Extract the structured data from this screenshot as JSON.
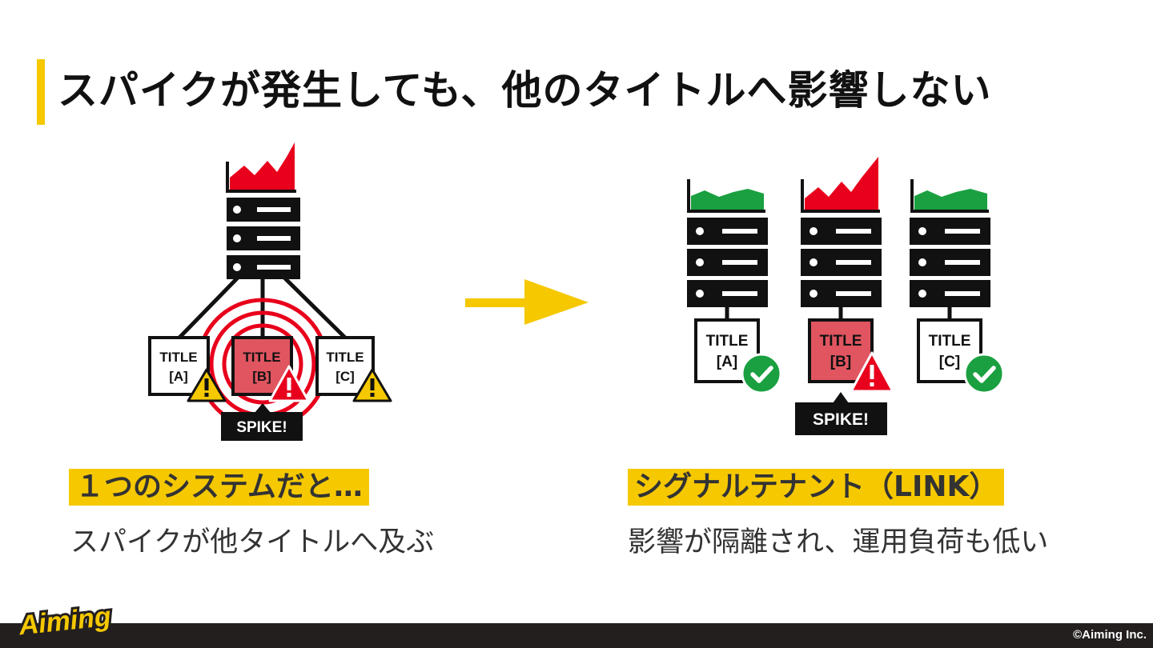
{
  "page_title": "スパイクが発生しても、他のタイトルへ影響しない",
  "left": {
    "boxes": [
      {
        "name": "TITLE",
        "id": "[A]"
      },
      {
        "name": "TITLE",
        "id": "[B]"
      },
      {
        "name": "TITLE",
        "id": "[C]"
      }
    ],
    "spike_label": "SPIKE!",
    "label": "１つのシステムだと…",
    "description": "スパイクが他タイトルへ及ぶ"
  },
  "right": {
    "boxes": [
      {
        "name": "TITLE",
        "id": "[A]"
      },
      {
        "name": "TITLE",
        "id": "[B]"
      },
      {
        "name": "TITLE",
        "id": "[C]"
      }
    ],
    "spike_label": "SPIKE!",
    "label": "シグナルテナント（LINK）",
    "description": "影響が隔離され、運用負荷も低い"
  },
  "footer": {
    "logo": "Aiming",
    "copyright": "©Aiming Inc."
  },
  "colors": {
    "accent_yellow": "#f5c800",
    "alert_red": "#e8001c",
    "spike_box_red": "#e05560",
    "ok_green": "#1aa040",
    "dark": "#111111"
  },
  "icons": [
    "server-icon",
    "spike-chart-icon",
    "normal-chart-icon",
    "warning-icon",
    "alert-icon",
    "check-icon",
    "arrow-right-icon"
  ]
}
